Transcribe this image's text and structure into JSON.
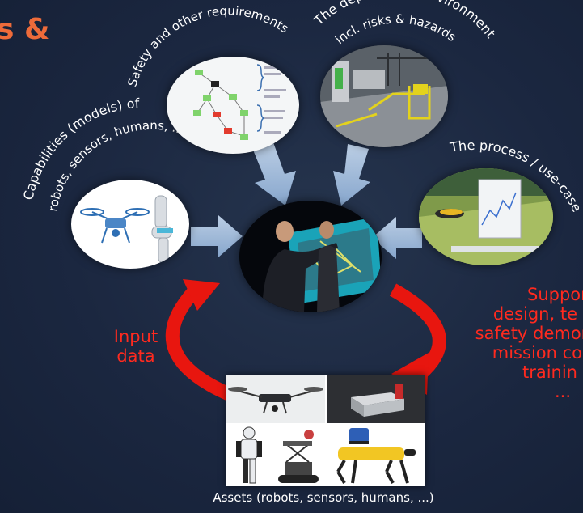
{
  "slide": {
    "title_fragment": "s &"
  },
  "labels": {
    "safety": "Safety and other requirements",
    "deployment_line1": "The deployment environment",
    "deployment_line2": "incl. risks & hazards",
    "capabilities_line1": "Capabilities (models) of",
    "capabilities_line2": "robots, sensors, humans, ...",
    "process": "The process / use-case"
  },
  "input_data": {
    "line1": "Input",
    "line2": "data"
  },
  "support": {
    "lines": [
      "Support",
      "design, te",
      "safety demon",
      "mission co",
      "trainin",
      "..."
    ]
  },
  "assets_caption": "Assets (robots, sensors, humans, ...)",
  "colors": {
    "background": "#1b2740",
    "title_orange": "#ee6b3a",
    "red_accent": "#ff2a1f",
    "flow_arrow": "#a9c4e4"
  }
}
